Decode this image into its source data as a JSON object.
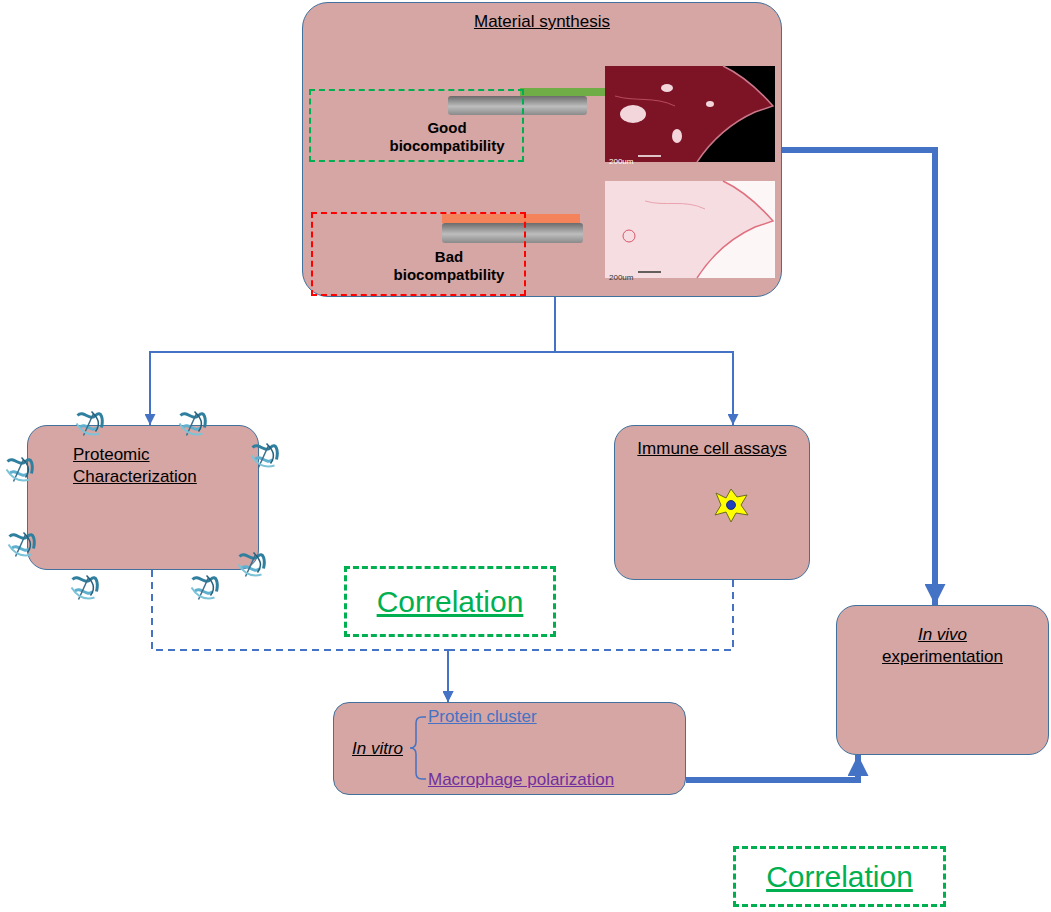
{
  "diagram": {
    "nodes": [
      {
        "text": [
          "Material synthesis"
        ]
      },
      {
        "text": [
          "Good biocompatibility"
        ],
        "in": 0
      },
      {
        "text": [
          "Bad biocompatbility"
        ],
        "in": 0
      },
      {
        "text": [
          "Proteomic Characterization"
        ]
      },
      {
        "text": [
          "Immune cell assays"
        ]
      },
      {
        "text": [
          "Correlation"
        ]
      },
      {
        "text": [
          "In vitro",
          "Protein cluster",
          "Macrophage polarization"
        ]
      },
      {
        "text": [
          "In vivo experimentation"
        ]
      },
      {
        "text": [
          "Correlation"
        ]
      }
    ],
    "edges": [
      {
        "from": 0,
        "to": 3,
        "arrow": "to"
      },
      {
        "from": 0,
        "to": 4,
        "arrow": "to"
      },
      {
        "from": 0,
        "to": 7,
        "arrow": "to"
      },
      {
        "from": 3,
        "to": 6,
        "arrow": "to"
      },
      {
        "from": 4,
        "to": 6,
        "arrow": "to"
      },
      {
        "from": 6,
        "to": 7,
        "arrow": "to"
      }
    ],
    "labels": [
      "200um",
      "200um"
    ]
  }
}
